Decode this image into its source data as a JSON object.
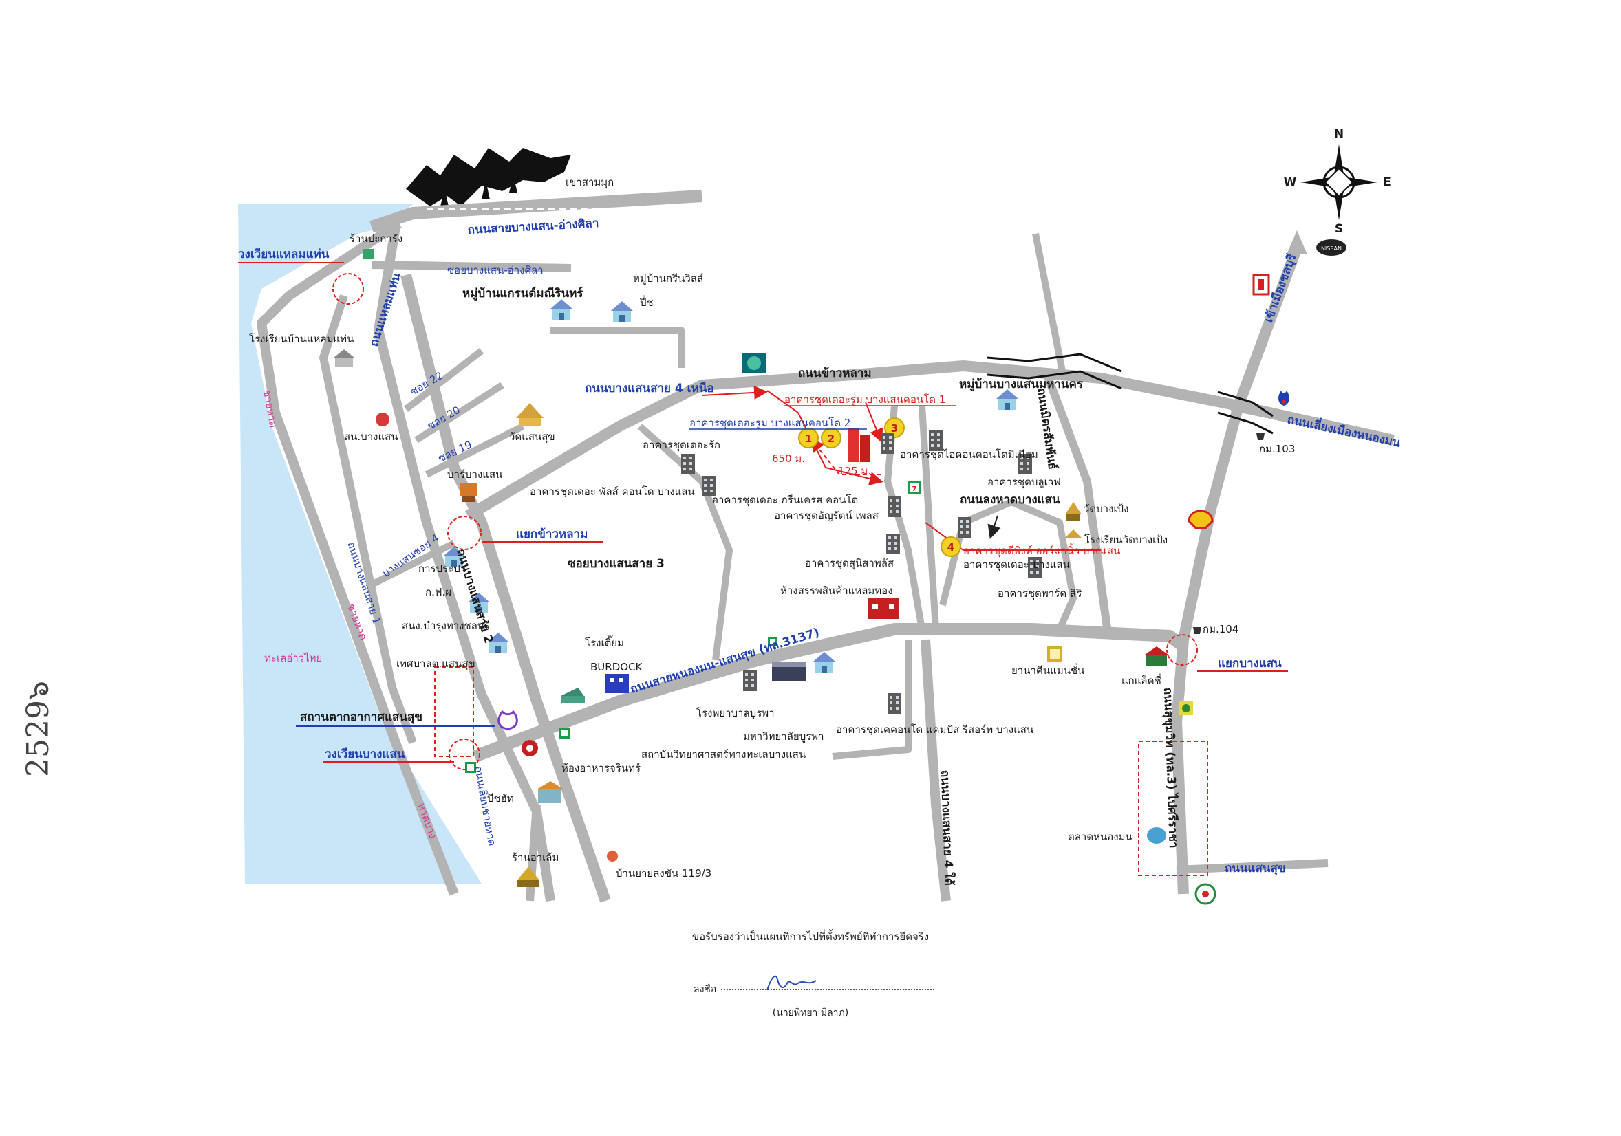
{
  "mountain_label": "เขาสามมุก",
  "roads": {
    "top": "ถนนสายบางแสน-อ่างศิลา",
    "soi_angsila": "ซอยบางแสน-อ่างศิลา",
    "laem_thaen": "ถนนแหลมแท่น",
    "kao_lam": "ถนนข้าวหลาม",
    "bangsaen4_north": "ถนนบางแสนสาย 4 เหนือ",
    "bangsaen2": "ถนนบางแสนสาย 2",
    "bangsaen1": "ถนนบางแสนสาย 1",
    "soi_bangsaen3": "ซอยบางแสนสาย 3",
    "nongmon_saensuk": "ถนนสายหนองมน-แสนสุข (ทล.3137)",
    "sukhumvit": "ถนนสุขุมวิท (ทล.3) ไปศรีราชา",
    "saensuk": "ถนนแสนสุข",
    "longhaad": "ถนนลงหาดบางแสน",
    "mitrsamphan": "ถนนมิตรสัมพันธ์",
    "bypass": "ถนนเลี่ยงเมืองหนองมน",
    "bangsaen4_south": "ถนนบางแสนสาย 4 ใต้",
    "soi_22": "ซอย 22",
    "soi_20": "ซอย 20",
    "soi_19": "ซอย 19",
    "soi_bangsaen4": "บางแสนซอย 4",
    "rim_hat": "ถนนเลียบชายหาด",
    "to_chonburi": "เข้าเมืองชลบุรี"
  },
  "places": {
    "pakarang": "ร้านปะการัง",
    "laemthaen_circle": "วงเวียนแหลมแท่น",
    "grand_village": "หมู่บ้านแกรนด์มณีรินทร์",
    "green_ville": "หมู่บ้านกรีนวิลล์",
    "green_ville2": "ปี่ช",
    "laemthaen_school": "โรงเรียนบ้านแหลมแท่น",
    "bangsaen_police": "สน.บางแสน",
    "wat_saensuk": "วัดแสนสุข",
    "bar_bangsaen": "บาร์บางแสน",
    "kao_lam_junction": "แยกข้าวหลาม",
    "water_auth": "การประปา",
    "elec_auth": "ก.ฟ.ผ",
    "sanong_chonburi": "สนง.บำรุงทางชลบุรี",
    "saensuk_municipality": "เทศบาลต.แสนสุข",
    "weather_station": "สถานตากอากาศแสนสุข",
    "bangsaen_circle": "วงเวียนบางแสน",
    "beach_a": "ชายหาด",
    "beach_b": "ชายหาด",
    "beach_c": "หาดบาง",
    "gulf": "ทะเลอ่าวไทย",
    "beach_hut": "บีชฮัท",
    "ran_a_lerm": "ร้านอาเล้ม",
    "ban_yai_long": "บ้านยายลงขัน 119/3",
    "jarin_restaurant": "ห้องอาหารจรินทร์",
    "rong_tiam": "โรงเตี๊ยม",
    "burdock": "BURDOCK",
    "burapha_hospital": "โรงพยาบาลบูรพา",
    "burapha_univ": "มหาวิทยาลัยบูรพา",
    "marine_inst": "สถาบันวิทยาศาสตร์ทางทะเลบางแสน",
    "dmall": "ห้างสรรพสินค้าแหลมทอง",
    "the_rak": "อาคารชุดเดอะรัก",
    "the_plus": "อาคารชุดเดอะ พัลส์ คอนโด บางแสน",
    "green_crest": "อาคารชุดเดอะ กรีนเครส คอนโด",
    "anyarat": "อาคารชุดอัญรัตน์ เพลส",
    "suntisap": "อาคารชุดสุนิสาพลัส",
    "icon_condo": "อาคารชุดไอคอนคอนโดมิเนียม",
    "view": "อาคารชุดบลูเวฟ",
    "the_bangsaen": "อาคารชุดเดอะ บางแสน",
    "park_siri": "อาคารชุดพาร์ค สิริ",
    "kc_condo": "อาคารชุดเคคอนโด แคมปัส รีสอร์ท บางแสน",
    "laem_thaen_mankong": "หมู่บ้านบางแสนมหานคร",
    "wat_bang_peng": "วัดบางเป้ง",
    "bang_peng_school": "โรงเรียนวัดบางเป้ง",
    "km103": "กม.103",
    "km104": "กม.104",
    "bangsaen_junction": "แยกบางแสน",
    "gas_station": "แกแล็คซี่",
    "yana": "ยานาคีนแมนชั่น",
    "nong_mon_market": "ตลาดหนองมน"
  },
  "subjects": {
    "n1_label": "อาคารชุดเดอะรูม บางแสนคอนโด 1",
    "n2_label": "อาคารชุดเดอะรูม บางแสนคอนโด 2",
    "n4_label": "อาคารชุดดีพิงค์ ออร์แกนิ้ว บางแสน",
    "n1": "1",
    "n2": "2",
    "n3": "3",
    "n4": "4",
    "dist_650": "650 ม.",
    "dist_125": "125 ม."
  },
  "compass": {
    "n": "N",
    "s": "S",
    "e": "E",
    "w": "W"
  },
  "brand_badge": "NISSAN",
  "margin_number": "2529๖",
  "certification": {
    "statement": "ขอรับรองว่าเป็นแผนที่การไปที่ตั้งทรัพย์ที่ทำการยึดจริง",
    "sign_prefix": "ลงชื่อ",
    "name": "(นายพิทยา มีลาภ)"
  },
  "colors": {
    "sea": "#c9e6f8",
    "road": "#b3b3b3",
    "label_blue": "#1f3fb0",
    "label_red": "#d42020",
    "building": "#5a5a5a"
  }
}
